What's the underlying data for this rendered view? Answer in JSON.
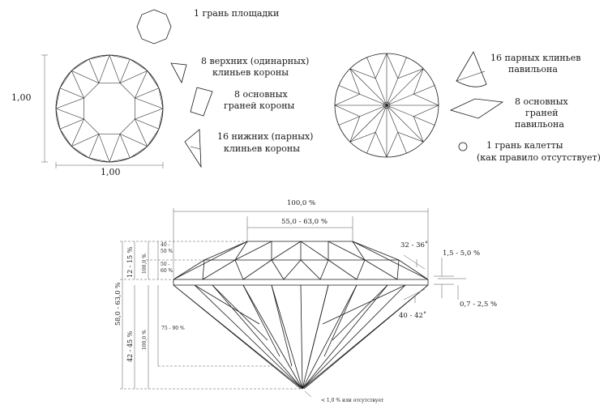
{
  "top_left_labels": {
    "table_facet": "1 грань площадки",
    "star_line1": "8 верхних (одинарных)",
    "star_line2": "клиньев короны",
    "bezel_line1": "8 основных",
    "bezel_line2": "граней короны",
    "upper_girdle_line1": "16 нижних (парных)",
    "upper_girdle_line2": "клиньев короны"
  },
  "top_left_dims": {
    "vertical": "1,00",
    "horizontal": "1,00"
  },
  "top_right_labels": {
    "lower_girdle_line1": "16 парных клиньев",
    "lower_girdle_line2": "павильона",
    "pavilion_main_line1": "8 основных",
    "pavilion_main_line2": "граней",
    "pavilion_main_line3": "павильона",
    "culet_line1": "1 грань калетты",
    "culet_line2": "(как правило отсутствует)"
  },
  "profile": {
    "total_width": "100,0 %",
    "table_width": "55,0 - 63,0 %",
    "crown_angle": "32 - 36˚",
    "girdle_thickness": "1,5 - 5,0 %",
    "girdle_small": "0,7 - 2,5 %",
    "pavilion_angle": "40 - 42˚",
    "culet": "< 1,0 % или отсутствует",
    "total_depth": "58,0 - 63,0 %",
    "crown_height": "12 - 15 %",
    "pavilion_depth": "42 - 45 %",
    "crown_100": "100,0 %",
    "pavilion_100": "100,0 %",
    "star_ratio": "40 - 50 %",
    "bezel_ratio": "50 - 60 %",
    "lower_half_ratio": "75 - 90 %"
  }
}
